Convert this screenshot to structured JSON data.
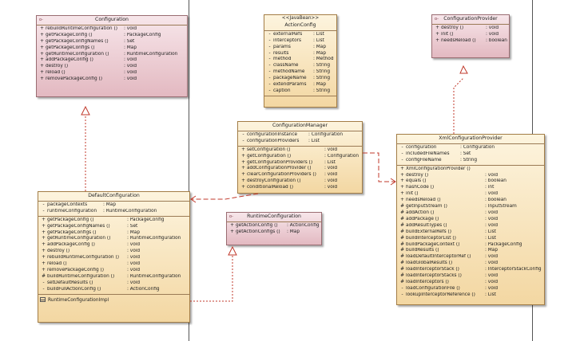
{
  "colors": {
    "interface_fill": "#e3b9c1",
    "class_fill": "#f3d7a2",
    "relation_line": "#c0392b"
  },
  "icons": {
    "interface": "interface-icon",
    "inner_class": "inner-class-icon"
  },
  "config": {
    "badge": "o-",
    "name": "Configuration",
    "methods": [
      {
        "v": "+",
        "n": "rebuildRuntimeConfiguration ()",
        "t": ": void"
      },
      {
        "v": "+",
        "n": "getPackageConfig ()",
        "t": ": PackageConfig"
      },
      {
        "v": "+",
        "n": "getPackageConfigNames ()",
        "t": ": Set"
      },
      {
        "v": "+",
        "n": "getPackageConfigs ()",
        "t": ": Map"
      },
      {
        "v": "+",
        "n": "getRuntimeConfiguration ()",
        "t": ": RuntimeConfiguration"
      },
      {
        "v": "+",
        "n": "addPackageConfig ()",
        "t": ": void"
      },
      {
        "v": "+",
        "n": "destroy ()",
        "t": ": void"
      },
      {
        "v": "+",
        "n": "reload ()",
        "t": ": void"
      },
      {
        "v": "+",
        "n": "removePackageConfig ()",
        "t": ": void"
      }
    ]
  },
  "actioncfg": {
    "stereotype": "<<JavaBean>>",
    "name": "ActionConfig",
    "fields": [
      {
        "v": "-",
        "n": "externalRefs",
        "t": ": List"
      },
      {
        "v": "-",
        "n": "interceptors",
        "t": ": List"
      },
      {
        "v": "-",
        "n": "params",
        "t": ": Map"
      },
      {
        "v": "-",
        "n": "results",
        "t": ": Map"
      },
      {
        "v": "-",
        "n": "method",
        "t": ": Method"
      },
      {
        "v": "-",
        "n": "className",
        "t": ": String"
      },
      {
        "v": "-",
        "n": "methodName",
        "t": ": String"
      },
      {
        "v": "-",
        "n": "packageName",
        "t": ": String"
      },
      {
        "v": "-",
        "n": "extendParams",
        "t": ": Map"
      },
      {
        "v": "-",
        "n": "caption",
        "t": ": String"
      }
    ]
  },
  "provider": {
    "badge": "o-",
    "name": "ConfigurationProvider",
    "methods": [
      {
        "v": "+",
        "n": "destroy ()",
        "t": ": void"
      },
      {
        "v": "+",
        "n": "init ()",
        "t": ": void"
      },
      {
        "v": "+",
        "n": "needsReload ()",
        "t": ": boolean"
      }
    ]
  },
  "manager": {
    "name": "ConfigurationManager",
    "fields": [
      {
        "v": "-",
        "n": "configurationInstance",
        "t": ": Configuration"
      },
      {
        "v": "-",
        "n": "configurationProviders",
        "t": ": List"
      }
    ],
    "methods": [
      {
        "v": "+",
        "n": "setConfiguration ()",
        "t": ": void"
      },
      {
        "v": "+",
        "n": "getConfiguration ()",
        "t": ": Configuration"
      },
      {
        "v": "+",
        "n": "getConfigurationProviders ()",
        "t": ": List"
      },
      {
        "v": "+",
        "n": "addConfigurationProvider ()",
        "t": ": void"
      },
      {
        "v": "+",
        "n": "clearConfigurationProviders ()",
        "t": ": void"
      },
      {
        "v": "+",
        "n": "destroyConfiguration ()",
        "t": ": void"
      },
      {
        "v": "+",
        "n": "conditionalReload ()",
        "t": ": void"
      }
    ]
  },
  "xmlprov": {
    "name": "XmlConfigurationProvider",
    "fields": [
      {
        "v": "-",
        "n": "configuration",
        "t": ": Configuration"
      },
      {
        "v": "-",
        "n": "includedFileNames",
        "t": ": Set"
      },
      {
        "v": "-",
        "n": "configFileName",
        "t": ": String"
      }
    ],
    "methods": [
      {
        "v": "+",
        "n": "XmlConfigurationProvider ()",
        "t": ""
      },
      {
        "v": "+",
        "n": "destroy ()",
        "t": ": void"
      },
      {
        "v": "+",
        "n": "equals ()",
        "t": ": boolean"
      },
      {
        "v": "+",
        "n": "hashCode ()",
        "t": ": int"
      },
      {
        "v": "+",
        "n": "init ()",
        "t": ": void"
      },
      {
        "v": "+",
        "n": "needsReload ()",
        "t": ": boolean"
      },
      {
        "v": "#",
        "n": "getInputStream ()",
        "t": ": InputStream"
      },
      {
        "v": "#",
        "n": "addAction ()",
        "t": ": void"
      },
      {
        "v": "#",
        "n": "addPackage ()",
        "t": ": void"
      },
      {
        "v": "#",
        "n": "addResultTypes ()",
        "t": ": void"
      },
      {
        "v": "#",
        "n": "buildExternalRefs ()",
        "t": ": List"
      },
      {
        "v": "#",
        "n": "buildInterceptorList ()",
        "t": ": List"
      },
      {
        "v": "#",
        "n": "buildPackageContext ()",
        "t": ": PackageConfig"
      },
      {
        "v": "#",
        "n": "buildResults ()",
        "t": ": Map"
      },
      {
        "v": "#",
        "n": "loadDefaultInterceptorRef ()",
        "t": ": void"
      },
      {
        "v": "#",
        "n": "loadGlobalResults ()",
        "t": ": void"
      },
      {
        "v": "#",
        "n": "loadInterceptorStack ()",
        "t": ": InterceptorStackConfig"
      },
      {
        "v": "#",
        "n": "loadInterceptorStacks ()",
        "t": ": void"
      },
      {
        "v": "#",
        "n": "loadInterceptors ()",
        "t": ": void"
      },
      {
        "v": "-",
        "n": "loadConfigurationFile ()",
        "t": ": void"
      },
      {
        "v": "-",
        "n": "lookupInterceptorReference ()",
        "t": ": List"
      }
    ]
  },
  "defcfg": {
    "name": "DefaultConfiguration",
    "fields": [
      {
        "v": "-",
        "n": "packageContexts",
        "t": ": Map"
      },
      {
        "v": "-",
        "n": "runtimeConfiguration",
        "t": ": RuntimeConfiguration"
      }
    ],
    "methods": [
      {
        "v": "+",
        "n": "getPackageConfig ()",
        "t": ": PackageConfig"
      },
      {
        "v": "+",
        "n": "getPackageConfigNames ()",
        "t": ": Set"
      },
      {
        "v": "+",
        "n": "getPackageConfigs ()",
        "t": ": Map"
      },
      {
        "v": "+",
        "n": "getRuntimeConfiguration ()",
        "t": ": RuntimeConfiguration"
      },
      {
        "v": "+",
        "n": "addPackageConfig ()",
        "t": ": void"
      },
      {
        "v": "+",
        "n": "destroy ()",
        "t": ": void"
      },
      {
        "v": "+",
        "n": "rebuildRuntimeConfiguration ()",
        "t": ": void"
      },
      {
        "v": "+",
        "n": "reload ()",
        "t": ": void"
      },
      {
        "v": "+",
        "n": "removePackageConfig ()",
        "t": ": void"
      },
      {
        "v": "#",
        "n": "buildRuntimeConfiguration ()",
        "t": ": RuntimeConfiguration"
      },
      {
        "v": "-",
        "n": "setDefaultResults ()",
        "t": ": void"
      },
      {
        "v": "-",
        "n": "buildFullActionConfig ()",
        "t": ": ActionConfig"
      }
    ],
    "inner": "RuntimeConfigurationImpl"
  },
  "runtimecfg": {
    "badge": "o-",
    "name": "RuntimeConfiguration",
    "methods": [
      {
        "v": "+",
        "n": "getActionConfig ()",
        "t": ": ActionConfig"
      },
      {
        "v": "+",
        "n": "getActionConfigs ()",
        "t": ": Map"
      }
    ]
  }
}
